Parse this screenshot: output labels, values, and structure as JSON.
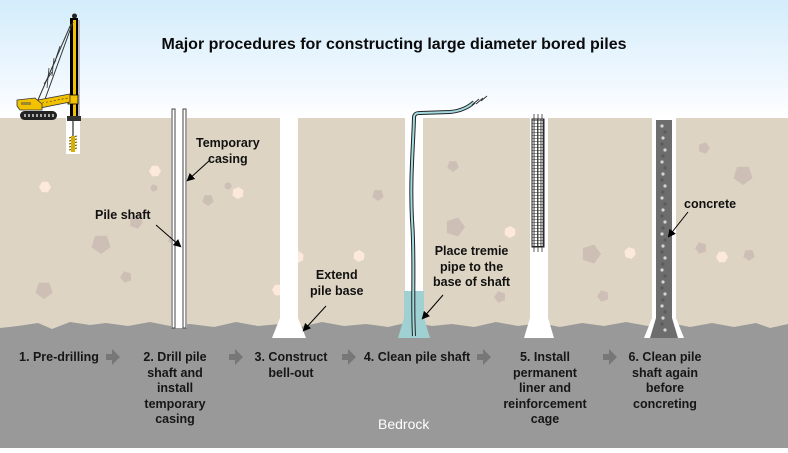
{
  "title": "Major procedures for constructing large diameter bored piles",
  "colors": {
    "sky_top": "#d6eefc",
    "sky_bottom": "#ffffff",
    "soil": "#ddd4c3",
    "bedrock": "#999999",
    "stone": "#cdbfb6",
    "stone_light": "#fde8dc",
    "concrete": "#6d6d6d",
    "tremie_water": "#9fd0d2",
    "rig_yellow": "#f2c200",
    "arrow_grey": "#777777"
  },
  "annotations": {
    "temporary_casing": "Temporary casing",
    "pile_shaft": "Pile shaft",
    "extend_pile_base": "Extend pile base",
    "place_tremie": "Place tremie pipe to the base of shaft",
    "concrete": "concrete"
  },
  "annotation_lines": {
    "temporary_casing": [
      "Temporary",
      "casing"
    ],
    "extend_pile_base": [
      "Extend",
      "pile base"
    ],
    "place_tremie": [
      "Place tremie",
      "pipe to the",
      "base of shaft"
    ]
  },
  "steps": [
    {
      "number": 1,
      "lines": [
        "1. Pre-drilling"
      ]
    },
    {
      "number": 2,
      "lines": [
        "2. Drill pile",
        "shaft and",
        "install",
        "temporary",
        "casing"
      ]
    },
    {
      "number": 3,
      "lines": [
        "3. Construct",
        "bell-out"
      ]
    },
    {
      "number": 4,
      "lines": [
        "4. Clean pile shaft"
      ]
    },
    {
      "number": 5,
      "lines": [
        "5. Install",
        "permanent",
        "liner and",
        "reinforcement",
        "cage"
      ]
    },
    {
      "number": 6,
      "lines": [
        "6. Clean pile",
        "shaft again",
        "before",
        "concreting"
      ]
    }
  ],
  "layer_labels": {
    "bedrock": "Bedrock"
  }
}
